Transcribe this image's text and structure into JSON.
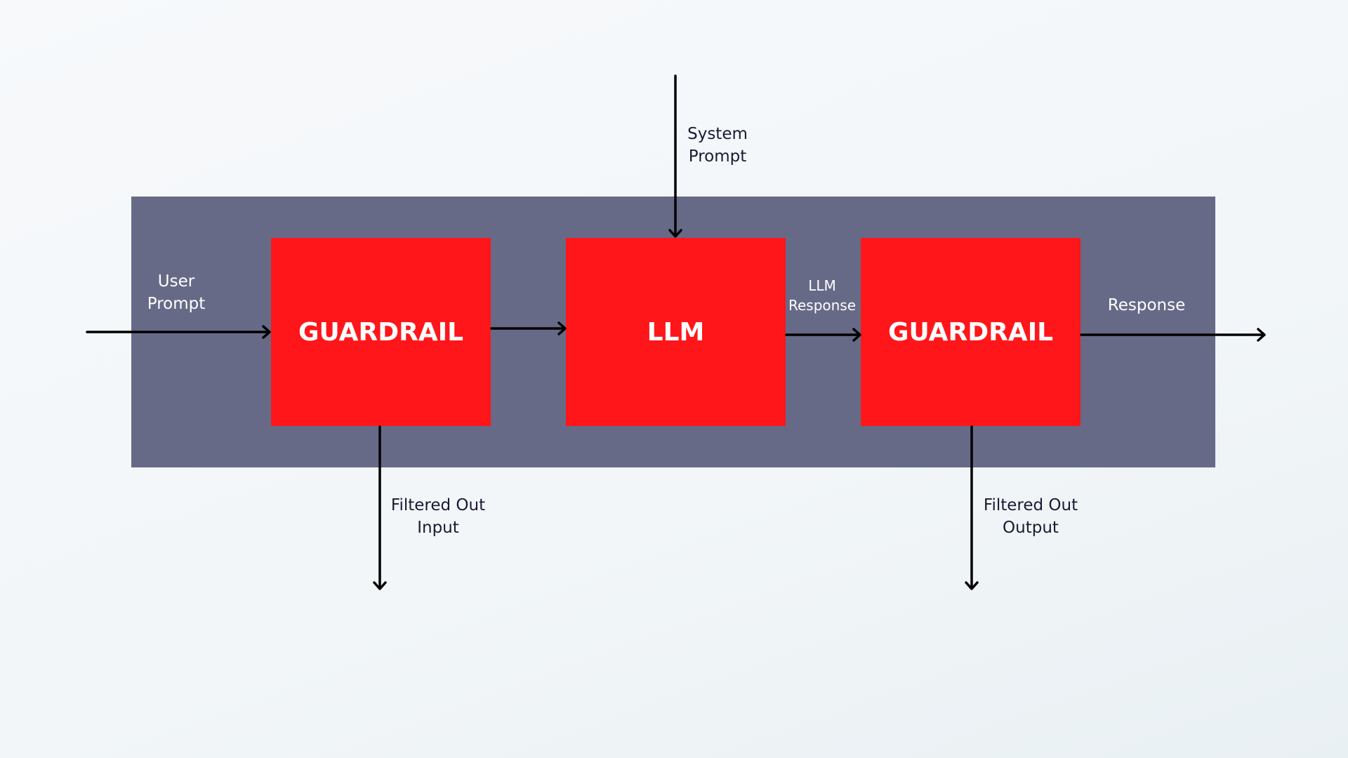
{
  "diagram": {
    "boxes": {
      "guardrail_input": "GUARDRAIL",
      "llm": "LLM",
      "guardrail_output": "GUARDRAIL"
    },
    "labels": {
      "user_prompt": "User\nPrompt",
      "system_prompt": "System\nPrompt",
      "llm_response": "LLM\nResponse",
      "response": "Response",
      "filtered_out_input": "Filtered Out\nInput",
      "filtered_out_output": "Filtered Out\nOutput"
    },
    "colors": {
      "panel": "#676a87",
      "box": "#ff161a",
      "arrow": "#000000",
      "box_text": "#ffffff",
      "label_dark": "#1a1a33"
    }
  }
}
